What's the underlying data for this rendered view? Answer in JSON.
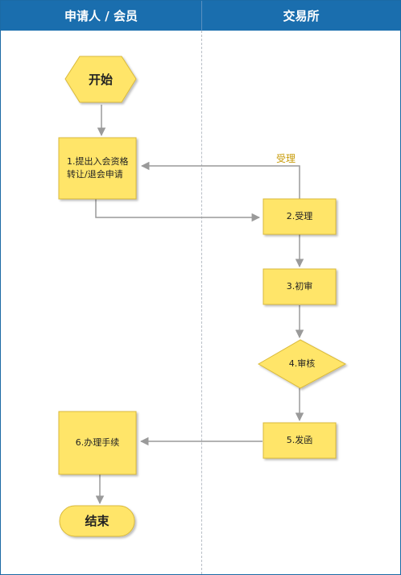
{
  "lanes": {
    "applicant": "申请人 / 会员",
    "exchange": "交易所"
  },
  "nodes": {
    "start": "开始",
    "step1": "1.提出入会资格转让/退会申请",
    "step2": "2.受理",
    "step3": "3.初审",
    "step4": "4.审核",
    "step5": "5.发函",
    "step6": "6.办理手续",
    "end": "结束"
  },
  "edges": {
    "accept_return": "受理"
  },
  "colors": {
    "header_bg": "#1a6eae",
    "node_fill": "#ffe569",
    "node_shadow": "#d9b93a",
    "arrow": "#9a9a9a",
    "edge_label": "#c79a06"
  }
}
